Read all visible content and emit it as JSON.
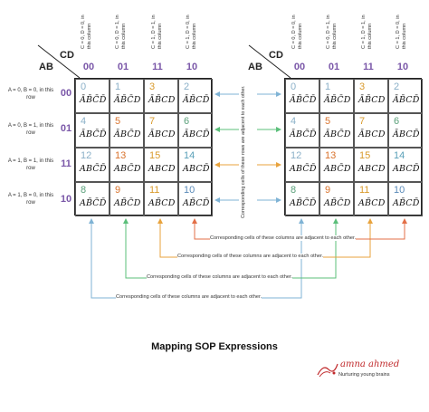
{
  "corner": {
    "cd": "CD",
    "ab": "AB"
  },
  "column_headers": [
    "00",
    "01",
    "11",
    "10"
  ],
  "column_descriptions": [
    "C = 0, D = 0, in\nthis column",
    "C = 0, D = 1, in\nthis column",
    "C = 1, D = 1, in\nthis column",
    "C = 1, D = 0, in\nthis column"
  ],
  "row_headers": [
    "00",
    "01",
    "11",
    "10"
  ],
  "row_descriptions": [
    "A = 0, B = 0, in\nthis row",
    "A = 0, B = 1, in\nthis row",
    "A = 1, B = 1, in\nthis row",
    "A = 1, B = 0, in\nthis row"
  ],
  "cells": [
    [
      {
        "n": "0",
        "term": "ĀB̄C̄D̄",
        "color": "#8ab0c8"
      },
      {
        "n": "1",
        "term": "ĀB̄C̄D",
        "color": "#8ab0c8"
      },
      {
        "n": "3",
        "term": "ĀB̄CD",
        "color": "#d99a2b"
      },
      {
        "n": "2",
        "term": "ĀB̄CD̄",
        "color": "#8ab0c8"
      }
    ],
    [
      {
        "n": "4",
        "term": "ĀBC̄D̄",
        "color": "#8ab0c8"
      },
      {
        "n": "5",
        "term": "ĀBC̄D",
        "color": "#d9722b"
      },
      {
        "n": "7",
        "term": "ĀBCD",
        "color": "#d99a2b"
      },
      {
        "n": "6",
        "term": "ĀBCD̄",
        "color": "#5aa07a"
      }
    ],
    [
      {
        "n": "12",
        "term": "ABC̄D̄",
        "color": "#8ab0c8"
      },
      {
        "n": "13",
        "term": "ABC̄D",
        "color": "#d9722b"
      },
      {
        "n": "15",
        "term": "ABCD",
        "color": "#d99a2b"
      },
      {
        "n": "14",
        "term": "ABCD̄",
        "color": "#5aa0b8"
      }
    ],
    [
      {
        "n": "8",
        "term": "AB̄C̄D̄",
        "color": "#5aa07a"
      },
      {
        "n": "9",
        "term": "AB̄C̄D",
        "color": "#d9722b"
      },
      {
        "n": "11",
        "term": "AB̄CD",
        "color": "#d99a2b"
      },
      {
        "n": "10",
        "term": "AB̄CD̄",
        "color": "#5a8ab8"
      }
    ]
  ],
  "notes": {
    "rows_adjacent": "Corresponding cells of these rows are adjacent to each other.",
    "cols_adjacent": "Corresponding cells of these columns are adjacent to each other."
  },
  "arrow_colors": [
    "#7fb3d5",
    "#e8a33d",
    "#5bbf7a",
    "#e36f47"
  ],
  "title": "Mapping SOP Expressions",
  "logo": {
    "name": "amna ahmed",
    "tagline": "Nurturing young brains"
  }
}
